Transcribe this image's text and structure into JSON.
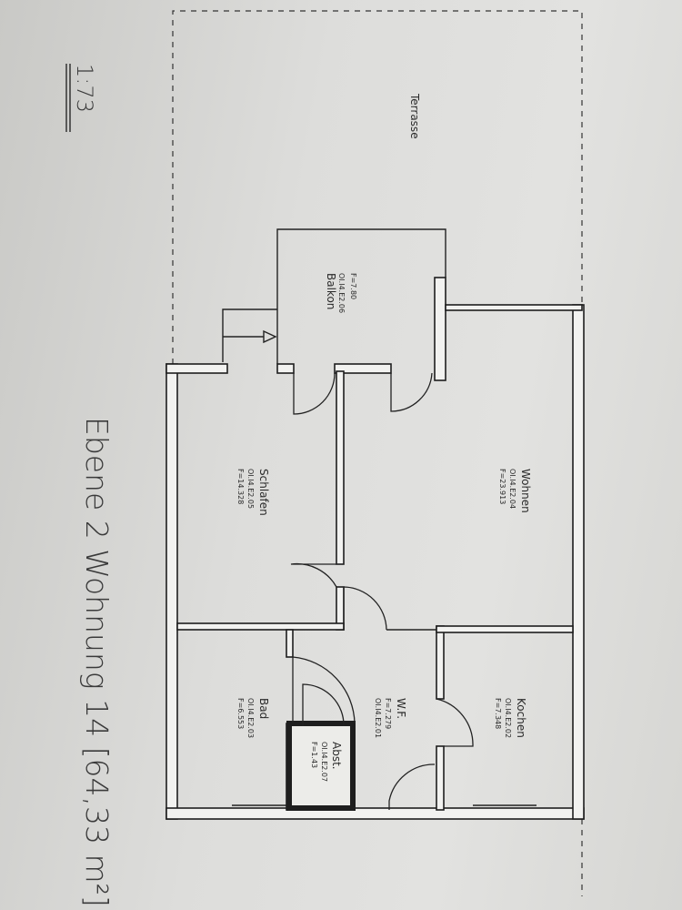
{
  "plan": {
    "title": "Ebene 2 Wohnung 14 [64,33 m²]",
    "scale": "1:73",
    "terrace_label": "Terrasse"
  },
  "rooms": {
    "balkon": {
      "name": "Balkon",
      "code": "OI.I4.E2.06",
      "area": "F=7.80"
    },
    "wohnen": {
      "name": "Wohnen",
      "code": "OI.I4.E2.04",
      "area": "F=23.913"
    },
    "schlafen": {
      "name": "Schlafen",
      "code": "OI.I4.E2.05",
      "area": "F=14.328"
    },
    "kochen": {
      "name": "Kochen",
      "code": "OI.I4.E2.02",
      "area": "F=7.348"
    },
    "wf": {
      "name": "W.F.",
      "code": "OI.I4.E2.01",
      "area": "F=7.279"
    },
    "bad": {
      "name": "Bad",
      "code": "OI.I4.E2.03",
      "area": "F=6.553"
    },
    "abst": {
      "name": "Abst.",
      "code": "OI.I4.E2.07",
      "area": "F=1.43"
    }
  }
}
